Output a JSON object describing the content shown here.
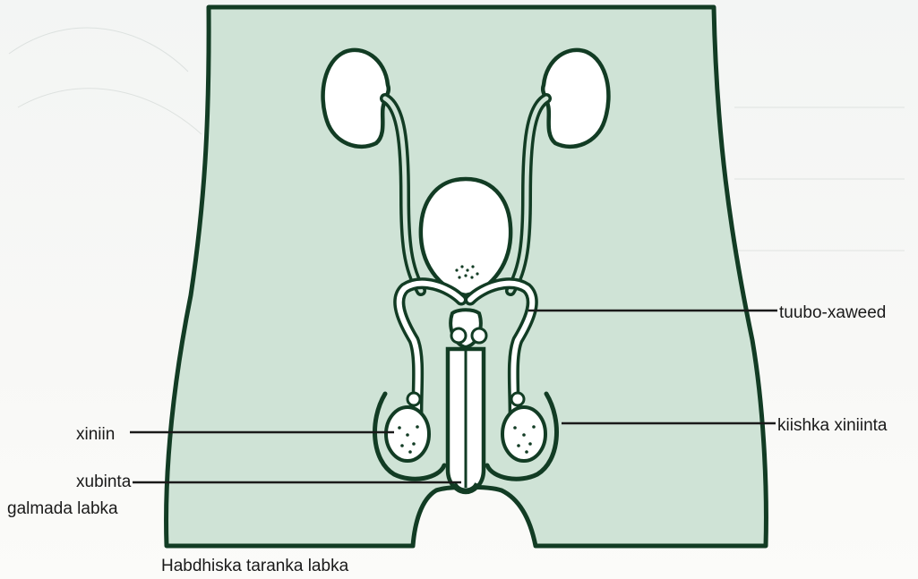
{
  "labels": {
    "tuubo": "tuubo-xaweed",
    "kiishka": "kiishka xiniinta",
    "xiniin": "xiniin",
    "xubinta_line1": "xubinta",
    "xubinta_line2": "galmada labka"
  },
  "caption": "Habdhiska taranka labka",
  "colors": {
    "body_fill": "#cfe3d6",
    "outline": "#123c24",
    "organ_fill": "#ffffff",
    "label_text": "#1a1a1a"
  }
}
